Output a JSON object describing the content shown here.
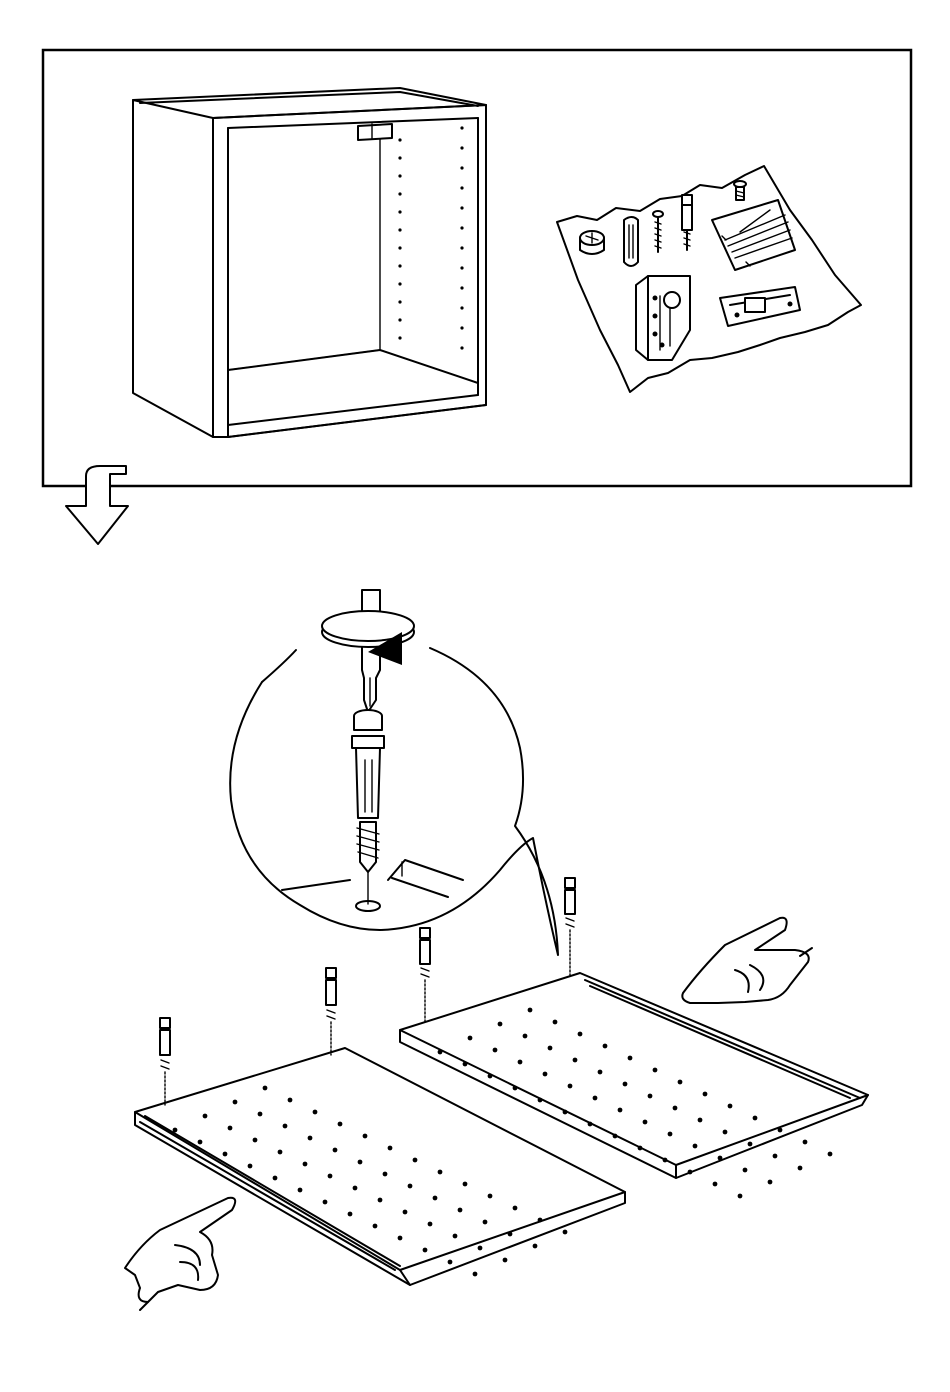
{
  "page": {
    "step": "assembly-step-1",
    "colors": {
      "ink": "#000000",
      "paper": "#ffffff"
    }
  },
  "top_panel": {
    "items": [
      "cabinet-frame-icon",
      "hardware-bag-icon"
    ]
  },
  "step_arrow": {
    "icon": "down-arrow-icon"
  },
  "detail": {
    "icons": [
      "screwdriver-icon",
      "counterclockwise-rotation-icon",
      "dowel-screw-icon"
    ]
  },
  "panels": {
    "left": {
      "dowel_count": 2
    },
    "right": {
      "dowel_count": 2
    }
  }
}
